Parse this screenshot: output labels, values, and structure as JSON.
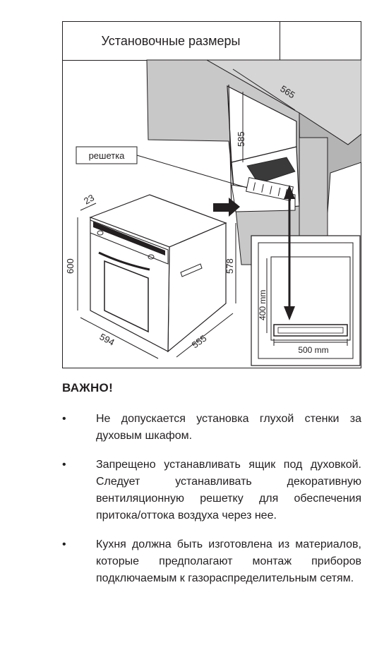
{
  "diagram": {
    "title": "Установочные размеры",
    "grille_label": "решетка",
    "dims": {
      "niche_depth": "565",
      "niche_height": "585",
      "oven_panel_depth": "23",
      "oven_height": "600",
      "oven_body_height": "578",
      "oven_width": "594",
      "oven_depth": "555",
      "vent_height": "400 mm",
      "vent_width": "500 mm"
    }
  },
  "notes": {
    "heading": "ВАЖНО!",
    "bullet": "•",
    "items": [
      "Не допускается установка глухой стенки за духовым шкафом.",
      "Запрещено устанавливать ящик под духовкой. Следует устанавливать декоративную вентиляционную решетку для обеспечения притока/оттока воздуха через нее.",
      "Кухня должна быть изготовлена из материалов, которые предполагают монтаж приборов подключаемым к газораспределительным сетям."
    ]
  }
}
